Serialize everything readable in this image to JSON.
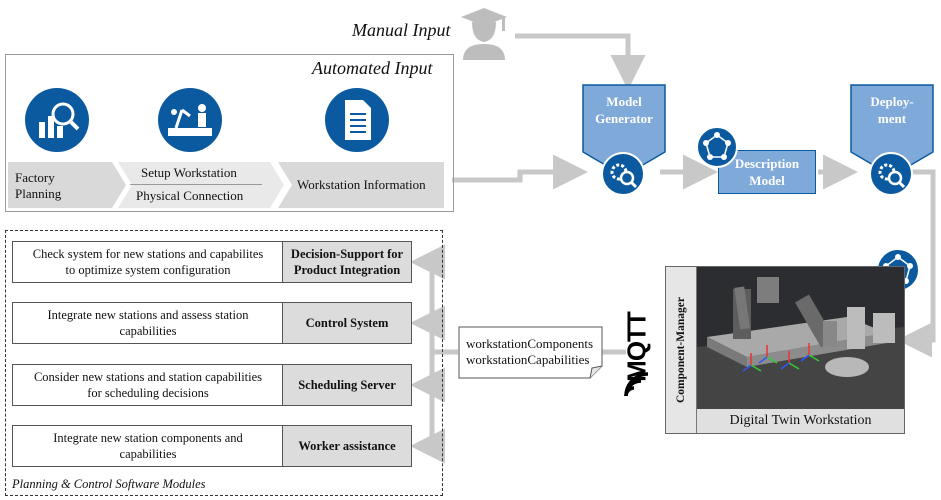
{
  "manual_input": {
    "label": "Manual Input",
    "icon": "graduate-user-icon"
  },
  "automated_input": {
    "label": "Automated Input",
    "factory_planning": "Factory\nPlanning",
    "setup_workstation": "Setup Workstation",
    "physical_connection": "Physical Connection",
    "workstation_information": "Workstation Information",
    "icons": [
      "factory-chart-search-icon",
      "robot-workers-icon",
      "document-icon"
    ]
  },
  "model_generator": {
    "label": "Model\nGenerator",
    "icon": "gear-search-icon"
  },
  "description_model": {
    "label": "Description\nModel",
    "icon": "network-graph-icon"
  },
  "deployment": {
    "label": "Deploy-\nment",
    "icon": "gear-search-icon"
  },
  "deployment_output_icon": "network-graph-icon",
  "digital_twin": {
    "caption": "Digital Twin Workstation",
    "component_manager": "Component-Manager"
  },
  "mqtt": {
    "logo_text": "MQTT"
  },
  "message": {
    "line1": "workstationComponents",
    "line2": "workstationCapabilities"
  },
  "modules": {
    "title": "Planning & Control Software Modules",
    "rows": [
      {
        "description": "Check system for new stations and capabilites\nto optimize system configuration",
        "name": "Decision-Support for\nProduct Integration"
      },
      {
        "description": "Integrate new stations and assess station\ncapabilities",
        "name": "Control System"
      },
      {
        "description": "Consider new stations and station capabilities\nfor scheduling decisions",
        "name": "Scheduling Server"
      },
      {
        "description": "Integrate new station components and\ncapabilities",
        "name": "Worker assistance"
      }
    ]
  },
  "colors": {
    "accent_blue": "#0b5aa0",
    "panel_blue": "#7fa9d9",
    "arrow_gray": "#c8c8c8",
    "box_gray": "#dcdcdc"
  }
}
